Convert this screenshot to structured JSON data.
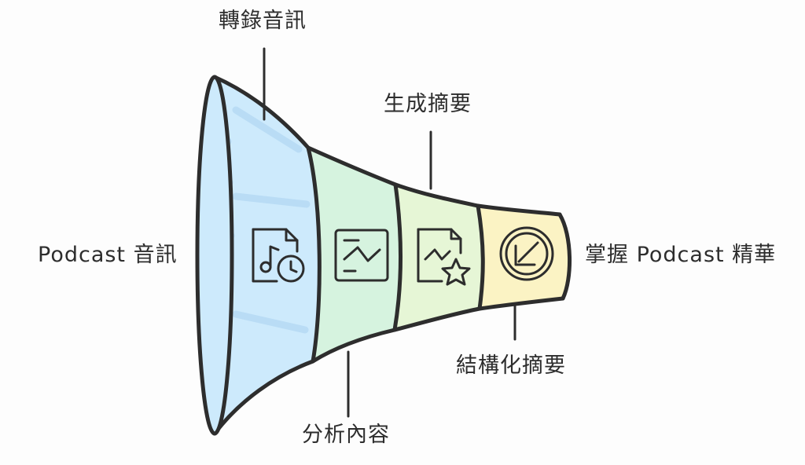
{
  "funnel": {
    "input_label": "Podcast 音訊",
    "output_label": "掌握 Podcast 精華",
    "stages": [
      {
        "label": "轉錄音訊",
        "icon": "music-file-clock-icon",
        "color": "#cdeafc"
      },
      {
        "label": "分析內容",
        "icon": "chart-trend-icon",
        "color": "#d6f3df"
      },
      {
        "label": "生成摘要",
        "icon": "chart-star-icon",
        "color": "#e6f6d6"
      },
      {
        "label": "結構化摘要",
        "icon": "arrow-down-left-circle-icon",
        "color": "#fbf3c4"
      }
    ],
    "stroke_color": "#2d2d2d"
  }
}
